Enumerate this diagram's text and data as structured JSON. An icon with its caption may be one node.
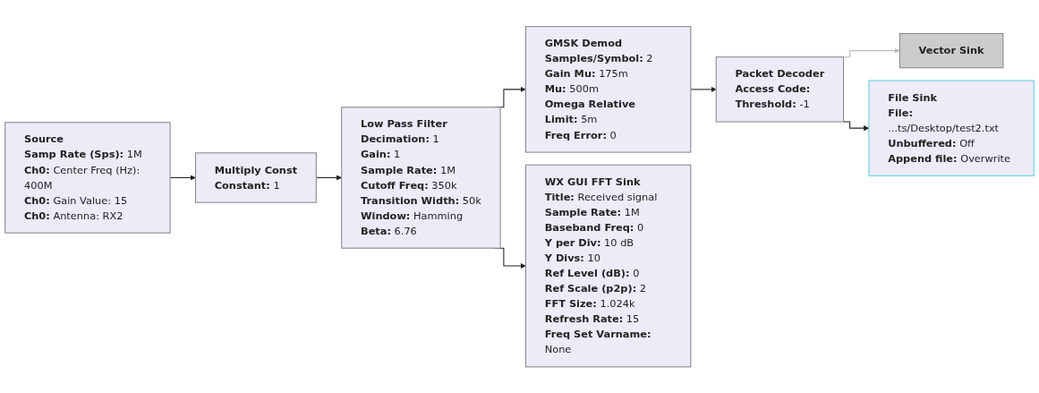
{
  "diagram": {
    "nodes": [
      {
        "text": [
          "Source",
          "Samp Rate (Sps): 1M",
          "Ch0: Center Freq (Hz): 400M",
          "Ch0: Gain Value: 15",
          "Ch0: Antenna: RX2"
        ]
      },
      {
        "text": [
          "Multiply Const",
          "Constant: 1"
        ]
      },
      {
        "text": [
          "Low Pass Filter",
          "Decimation: 1",
          "Gain: 1",
          "Sample Rate: 1M",
          "Cutoff Freq: 350k",
          "Transition Width: 50k",
          "Window: Hamming",
          "Beta: 6.76"
        ]
      },
      {
        "text": [
          "GMSK Demod",
          "Samples/Symbol: 2",
          "Gain Mu: 175m",
          "Mu: 500m",
          "Omega Relative Limit: 5m",
          "Freq Error: 0"
        ]
      },
      {
        "text": [
          "WX GUI FFT Sink",
          "Title: Received signal",
          "Sample Rate: 1M",
          "Baseband Freq: 0",
          "Y per Div: 10 dB",
          "Y Divs: 10",
          "Ref Level (dB): 0",
          "Ref Scale (p2p): 2",
          "FFT Size: 1.024k",
          "Refresh Rate: 15",
          "Freq Set Varname: None"
        ]
      },
      {
        "text": [
          "Packet Decoder",
          "Access Code:",
          "Threshold: -1"
        ]
      },
      {
        "text": [
          "Vector Sink"
        ]
      },
      {
        "text": [
          "File Sink",
          "File: ...ts/Desktop/test2.txt",
          "Unbuffered: Off",
          "Append file: Overwrite"
        ]
      }
    ],
    "edges": [
      {
        "from": 0,
        "to": 1,
        "arrow": "to"
      },
      {
        "from": 1,
        "to": 2,
        "arrow": "to"
      },
      {
        "from": 2,
        "to": 3,
        "arrow": "to"
      },
      {
        "from": 2,
        "to": 4,
        "arrow": "to"
      },
      {
        "from": 3,
        "to": 5,
        "arrow": "to"
      },
      {
        "from": 5,
        "to": 6,
        "arrow": "to",
        "color": "#bbbbbb"
      },
      {
        "from": 5,
        "to": 7,
        "arrow": "to"
      }
    ]
  }
}
